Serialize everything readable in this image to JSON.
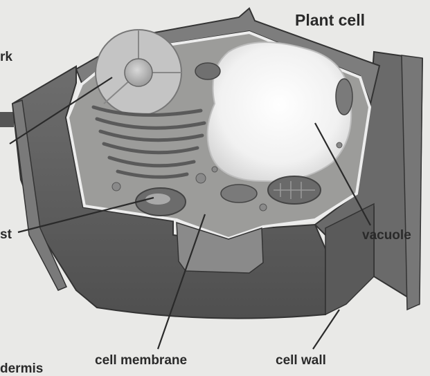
{
  "title": "Plant cell",
  "labels": {
    "vacuole": "vacuole",
    "cell_membrane": "cell membrane",
    "cell_wall": "cell wall",
    "partial_top_left": "rk",
    "partial_mid_left": "st",
    "partial_bottom_left": "dermis"
  },
  "colors": {
    "background": "#e9e9e7",
    "wall_dark": "#5c5c5c",
    "cytoplasm": "#9a9a98",
    "vacuole": "#f2f2f2",
    "text": "#2a2a2a"
  }
}
